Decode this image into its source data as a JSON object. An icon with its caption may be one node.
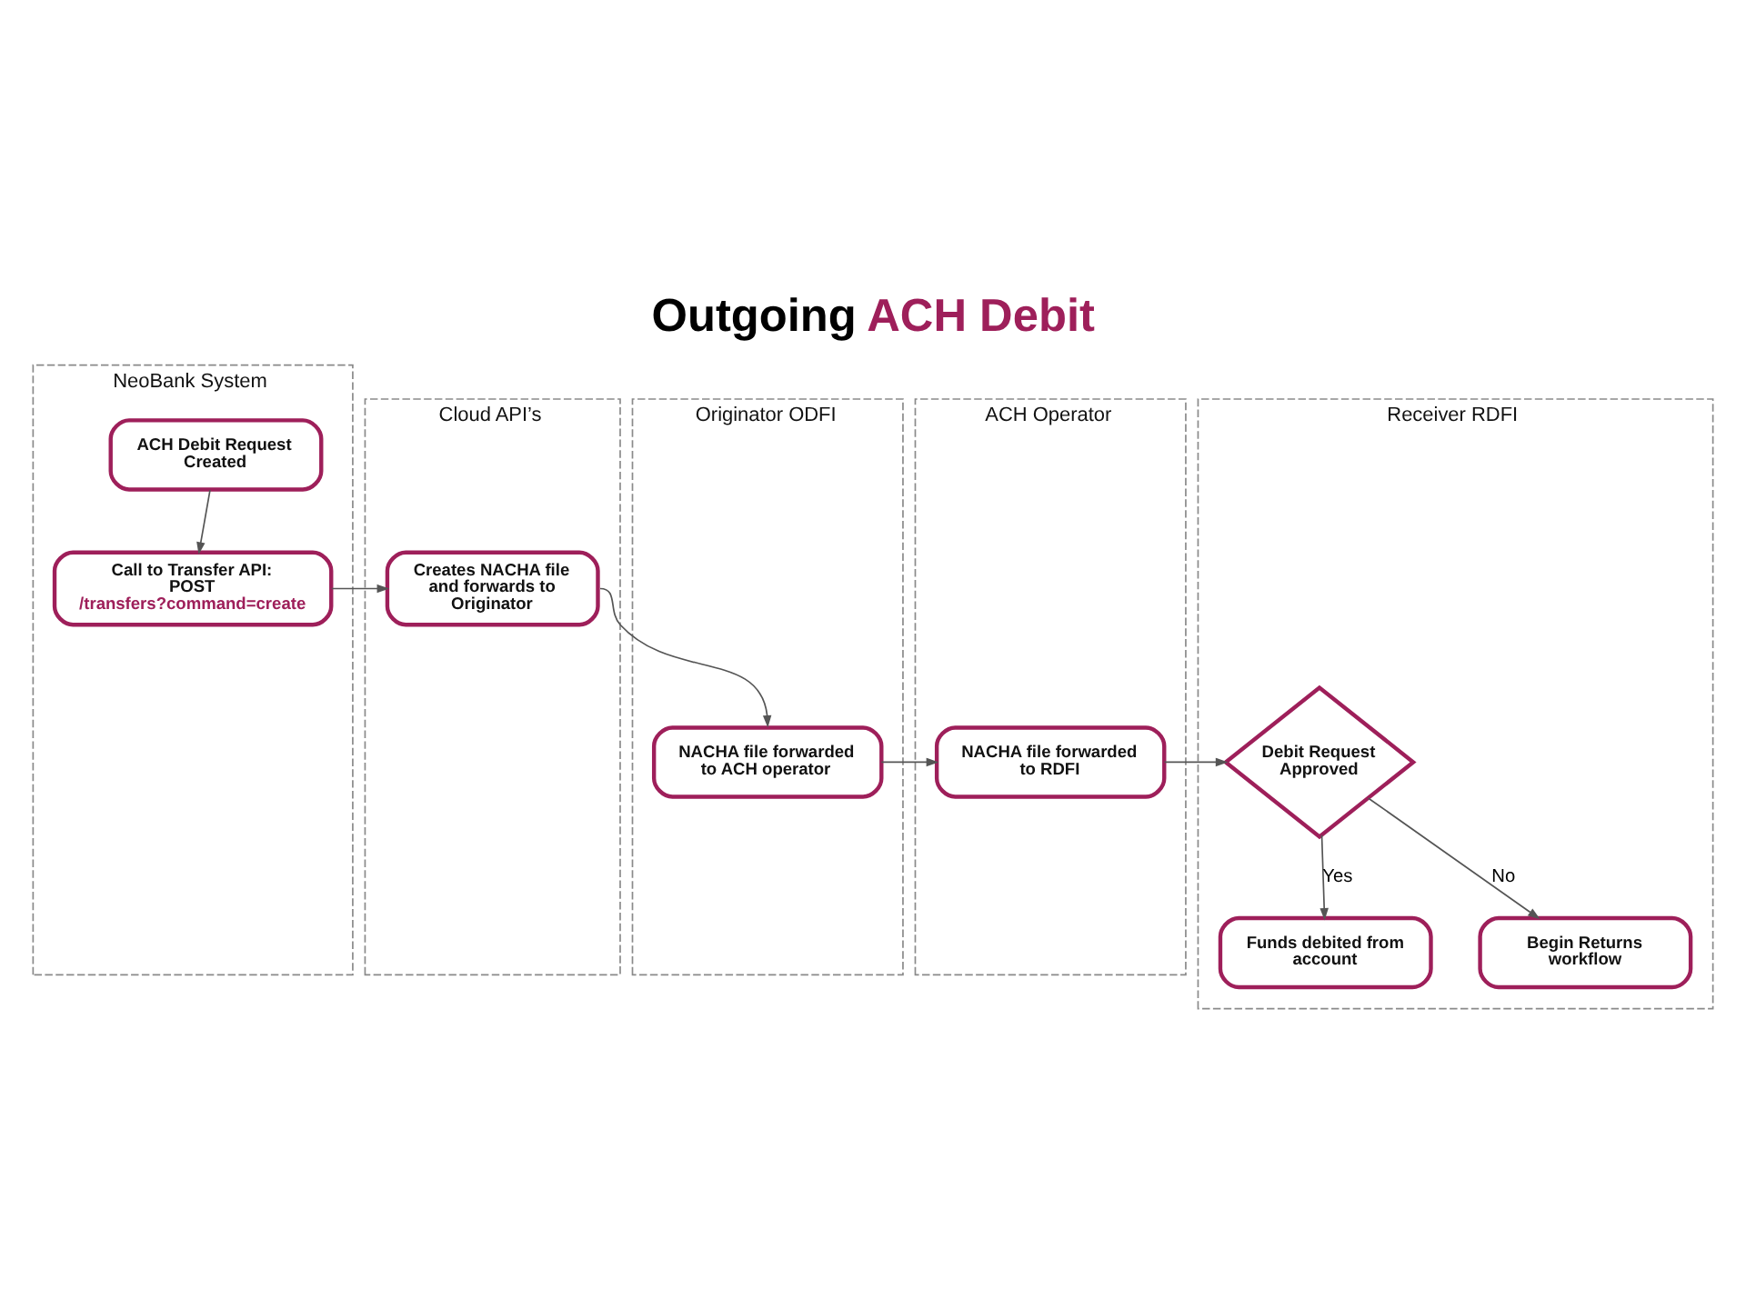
{
  "diagram": {
    "title": "Outgoing ACH Debit",
    "nodes": [
      {
        "text": [
          "NeoBank System"
        ]
      },
      {
        "text": [
          "ACH Debit Request Created"
        ],
        "in": 0
      },
      {
        "text": [
          "Call to Transfer API: POST",
          "/transfers?command=create"
        ],
        "in": 0
      },
      {
        "text": [
          "Cloud API’s"
        ]
      },
      {
        "text": [
          "Creates NACHA file and forwards to Originator"
        ],
        "in": 3
      },
      {
        "text": [
          "Originator ODFI"
        ]
      },
      {
        "text": [
          "NACHA file forwarded to ACH operator"
        ],
        "in": 5
      },
      {
        "text": [
          "ACH Operator"
        ]
      },
      {
        "text": [
          "NACHA file forwarded to RDFI"
        ],
        "in": 7
      },
      {
        "text": [
          "Receiver RDFI"
        ]
      },
      {
        "text": [
          "Debit Request Approved"
        ],
        "in": 9
      },
      {
        "text": [
          "Funds debited from account"
        ],
        "in": 9
      },
      {
        "text": [
          "Begin Returns workflow"
        ],
        "in": 9
      }
    ],
    "edges": [
      {
        "from": 1,
        "to": 2,
        "arrow": "to"
      },
      {
        "from": 2,
        "to": 4,
        "arrow": "to"
      },
      {
        "from": 4,
        "to": 6,
        "arrow": "to"
      },
      {
        "from": 6,
        "to": 8,
        "arrow": "to"
      },
      {
        "from": 8,
        "to": 10,
        "arrow": "to"
      },
      {
        "from": 10,
        "to": 11,
        "arrow": "to",
        "label": "Yes"
      },
      {
        "from": 10,
        "to": 12,
        "arrow": "to",
        "label": "No"
      }
    ]
  }
}
